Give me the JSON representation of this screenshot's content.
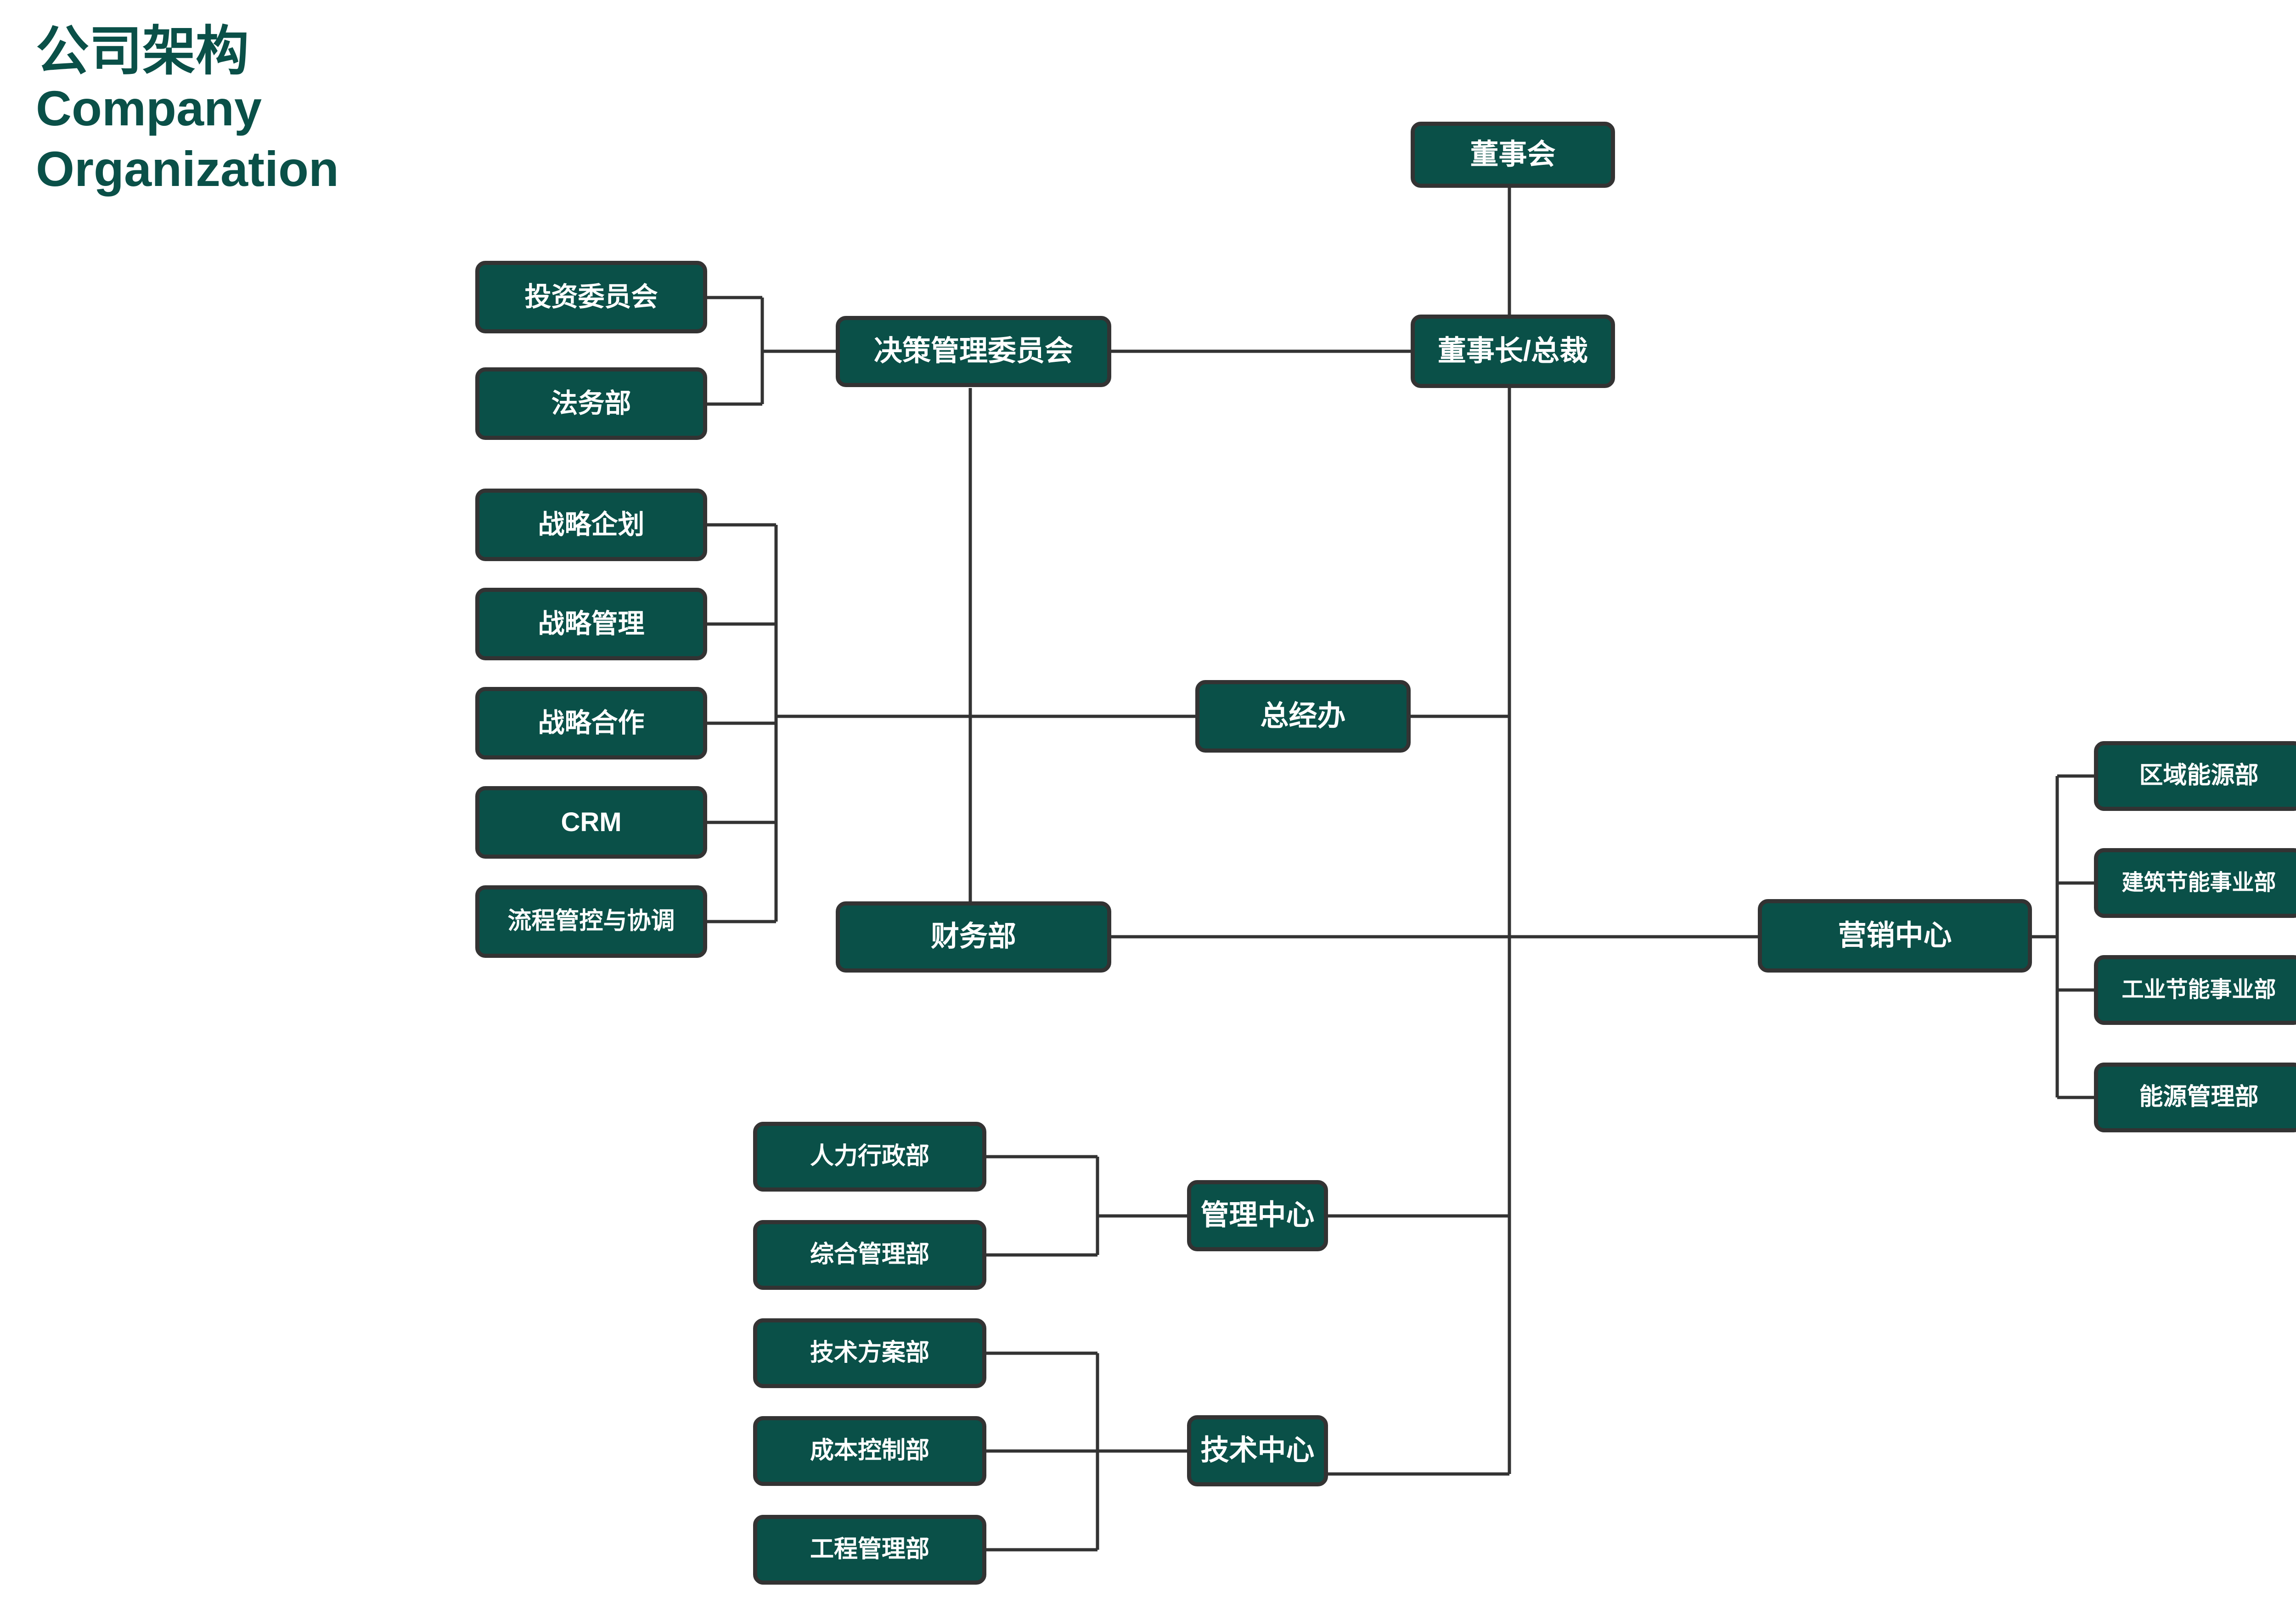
{
  "page": {
    "background": "#ffffff",
    "box_fill": "#0A5048",
    "box_border": "#333333",
    "line_color": "#333333",
    "text_color": "#ffffff"
  },
  "title": {
    "cn": "公司架构",
    "en_line1": "Company",
    "en_line2": "Organization",
    "color": "#0A5048"
  },
  "nodes": {
    "board": {
      "label": "董事会"
    },
    "chairman": {
      "label": "董事长/总裁"
    },
    "investment_committee": {
      "label": "投资委员会"
    },
    "legal_dept": {
      "label": "法务部"
    },
    "decision_committee": {
      "label": "决策管理委员会"
    },
    "strategic_planning": {
      "label": "战略企划"
    },
    "strategic_management": {
      "label": "战略管理"
    },
    "strategic_cooperation": {
      "label": "战略合作"
    },
    "crm": {
      "label": "CRM"
    },
    "process_control": {
      "label": "流程管控与协调"
    },
    "gm_office": {
      "label": "总经办"
    },
    "finance_dept": {
      "label": "财务部"
    },
    "marketing_center": {
      "label": "营销中心"
    },
    "regional_energy": {
      "label": "区域能源部"
    },
    "building_energy_saving": {
      "label": "建筑节能事业部"
    },
    "industrial_energy_saving": {
      "label": "工业节能事业部"
    },
    "energy_management": {
      "label": "能源管理部"
    },
    "hr_admin": {
      "label": "人力行政部"
    },
    "general_admin": {
      "label": "综合管理部"
    },
    "management_center": {
      "label": "管理中心"
    },
    "tech_solution": {
      "label": "技术方案部"
    },
    "cost_control": {
      "label": "成本控制部"
    },
    "engineering_management": {
      "label": "工程管理部"
    },
    "tech_center": {
      "label": "技术中心"
    }
  },
  "hierarchy": {
    "root": "董事会",
    "edges": [
      {
        "from": "董事会",
        "to": "董事长/总裁"
      },
      {
        "from": "董事长/总裁",
        "to": "决策管理委员会"
      },
      {
        "from": "董事长/总裁",
        "to": "总经办"
      },
      {
        "from": "董事长/总裁",
        "to": "营销中心"
      },
      {
        "from": "董事长/总裁",
        "to": "管理中心"
      },
      {
        "from": "董事长/总裁",
        "to": "技术中心"
      },
      {
        "from": "决策管理委员会",
        "to": "投资委员会"
      },
      {
        "from": "决策管理委员会",
        "to": "法务部"
      },
      {
        "from": "决策管理委员会",
        "to": "财务部"
      },
      {
        "from": "总经办",
        "to": "战略企划"
      },
      {
        "from": "总经办",
        "to": "战略管理"
      },
      {
        "from": "总经办",
        "to": "战略合作"
      },
      {
        "from": "总经办",
        "to": "CRM"
      },
      {
        "from": "总经办",
        "to": "流程管控与协调"
      },
      {
        "from": "营销中心",
        "to": "区域能源部"
      },
      {
        "from": "营销中心",
        "to": "建筑节能事业部"
      },
      {
        "from": "营销中心",
        "to": "工业节能事业部"
      },
      {
        "from": "营销中心",
        "to": "能源管理部"
      },
      {
        "from": "管理中心",
        "to": "人力行政部"
      },
      {
        "from": "管理中心",
        "to": "综合管理部"
      },
      {
        "from": "技术中心",
        "to": "技术方案部"
      },
      {
        "from": "技术中心",
        "to": "成本控制部"
      },
      {
        "from": "技术中心",
        "to": "工程管理部"
      }
    ]
  }
}
